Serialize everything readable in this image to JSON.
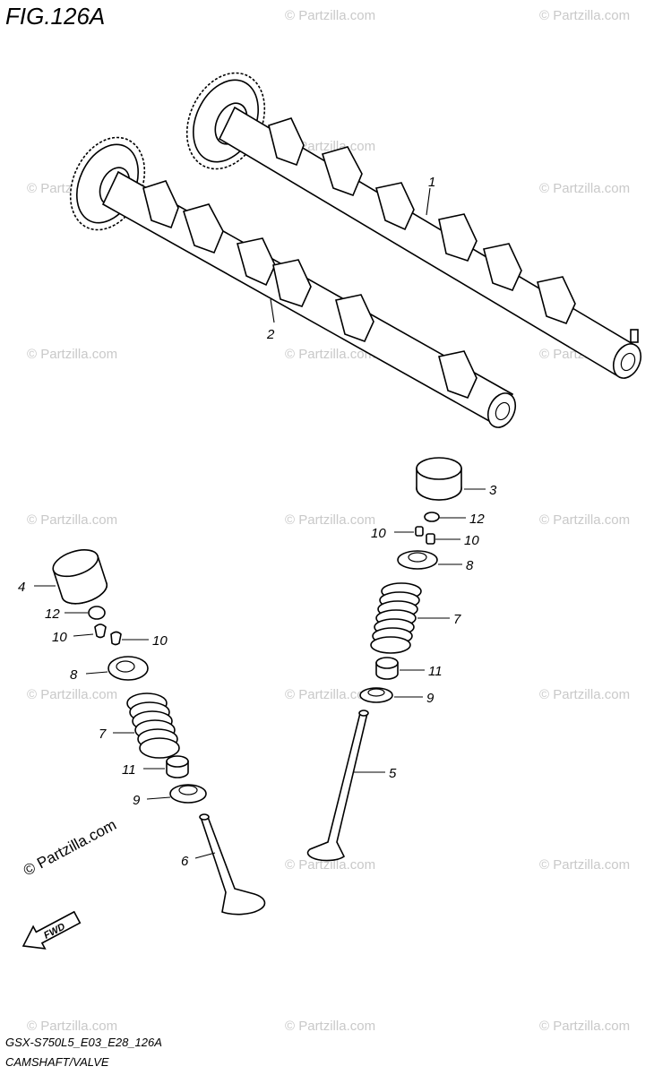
{
  "figure_title": "FIG.126A",
  "footer": {
    "model_code": "GSX-S750L5_E03_E28_126A",
    "section": "CAMSHAFT/VALVE"
  },
  "watermark": {
    "text": "© Partzilla.com",
    "highlighted_text": "© Partzilla.com"
  },
  "direction_arrow_label": "FWD",
  "callouts": {
    "c1": "1",
    "c2": "2",
    "c3": "3",
    "c4": "4",
    "c5": "5",
    "c6": "6",
    "c7a": "7",
    "c7b": "7",
    "c8a": "8",
    "c8b": "8",
    "c9a": "9",
    "c9b": "9",
    "c10a": "10",
    "c10b": "10",
    "c10c": "10",
    "c10d": "10",
    "c11a": "11",
    "c11b": "11",
    "c12a": "12",
    "c12b": "12"
  }
}
